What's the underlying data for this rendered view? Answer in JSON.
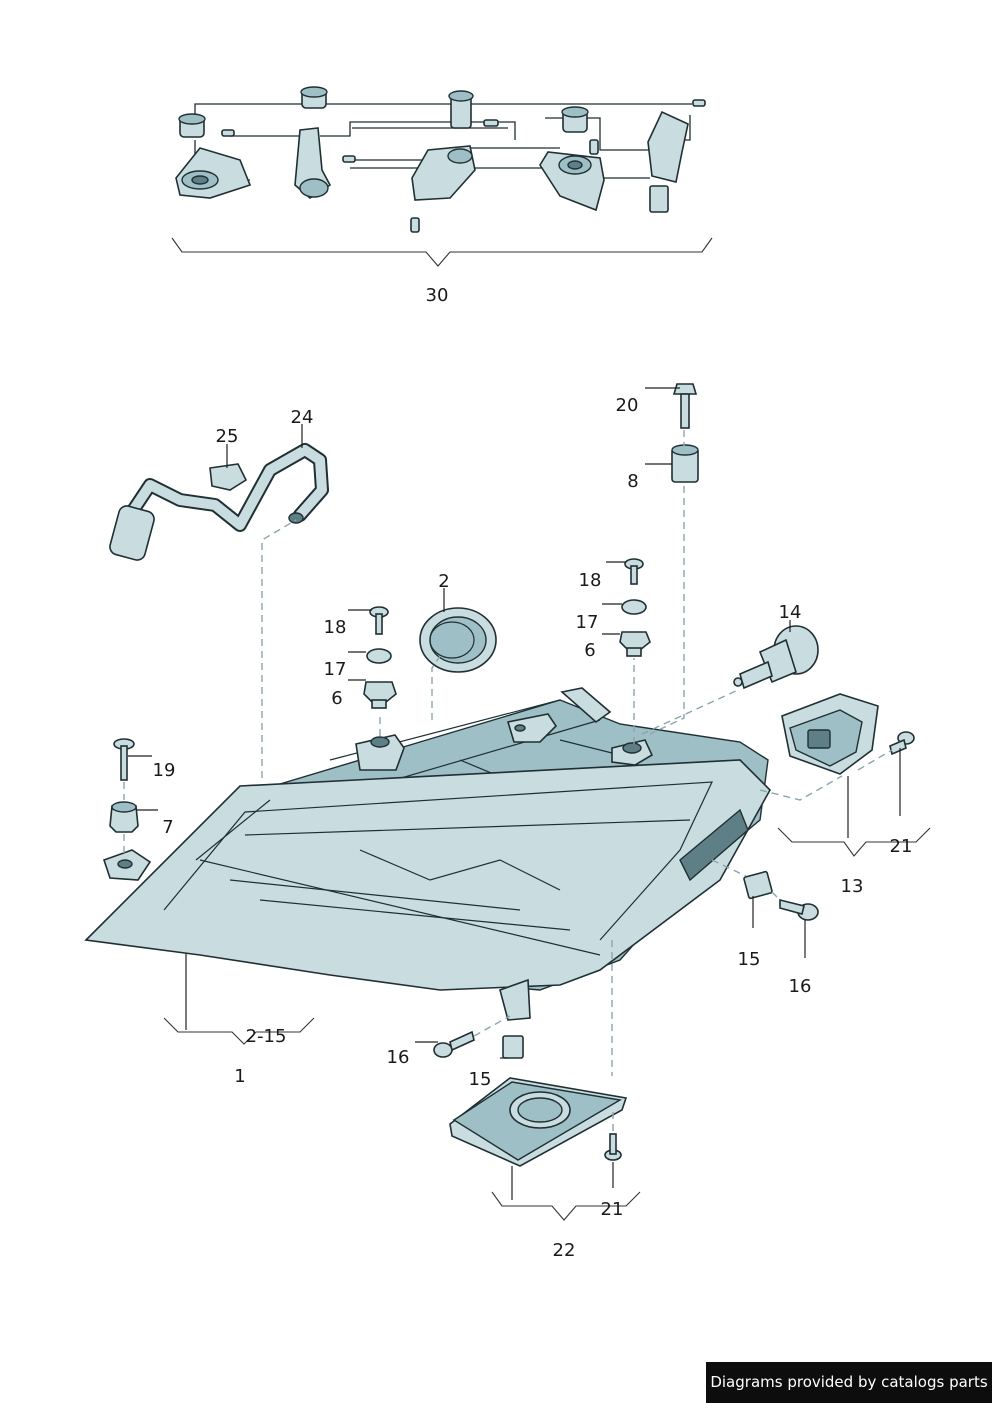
{
  "callouts": [
    {
      "id": "c30",
      "text": "30"
    },
    {
      "id": "c24",
      "text": "24"
    },
    {
      "id": "c25",
      "text": "25"
    },
    {
      "id": "c20",
      "text": "20"
    },
    {
      "id": "c8",
      "text": "8"
    },
    {
      "id": "c2",
      "text": "2"
    },
    {
      "id": "c18a",
      "text": "18"
    },
    {
      "id": "c18b",
      "text": "18"
    },
    {
      "id": "c17a",
      "text": "17"
    },
    {
      "id": "c17b",
      "text": "17"
    },
    {
      "id": "c6a",
      "text": "6"
    },
    {
      "id": "c6b",
      "text": "6"
    },
    {
      "id": "c14",
      "text": "14"
    },
    {
      "id": "c19",
      "text": "19"
    },
    {
      "id": "c7",
      "text": "7"
    },
    {
      "id": "c21a",
      "text": "21"
    },
    {
      "id": "c13",
      "text": "13"
    },
    {
      "id": "c15a",
      "text": "15"
    },
    {
      "id": "c16a",
      "text": "16"
    },
    {
      "id": "c215",
      "text": "2-15"
    },
    {
      "id": "c1",
      "text": "1"
    },
    {
      "id": "c16b",
      "text": "16"
    },
    {
      "id": "c15b",
      "text": "15"
    },
    {
      "id": "c21b",
      "text": "21"
    },
    {
      "id": "c22",
      "text": "22"
    }
  ],
  "credit": "Diagrams provided by catalogs parts"
}
